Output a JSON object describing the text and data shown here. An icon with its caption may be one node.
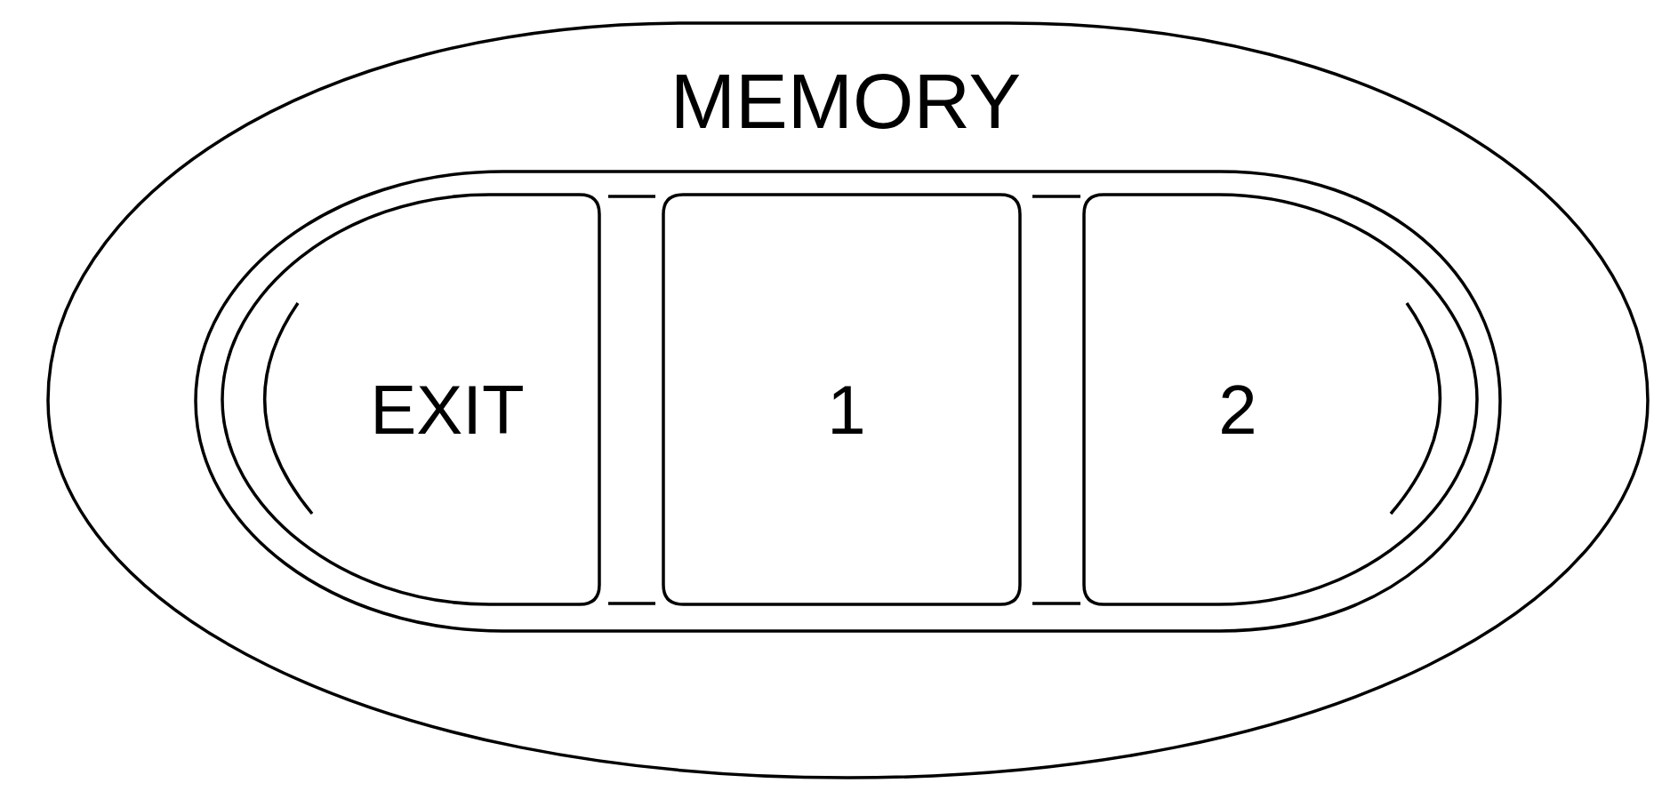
{
  "diagram": {
    "nodes": [
      {
        "text": [
          "MEMORY"
        ]
      },
      {
        "text": [
          "EXIT"
        ],
        "in": 0
      },
      {
        "text": [
          "1"
        ],
        "in": 0
      },
      {
        "text": [
          "2"
        ],
        "in": 0
      }
    ],
    "edges": []
  }
}
